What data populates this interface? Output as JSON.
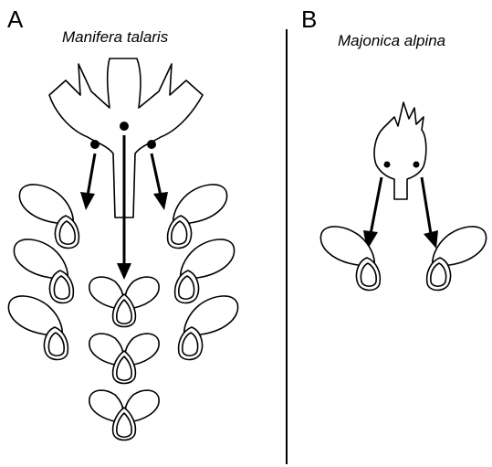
{
  "panels": [
    {
      "letter": "A",
      "species": "Manifera talaris"
    },
    {
      "letter": "B",
      "species": "Majonica alpina"
    }
  ]
}
